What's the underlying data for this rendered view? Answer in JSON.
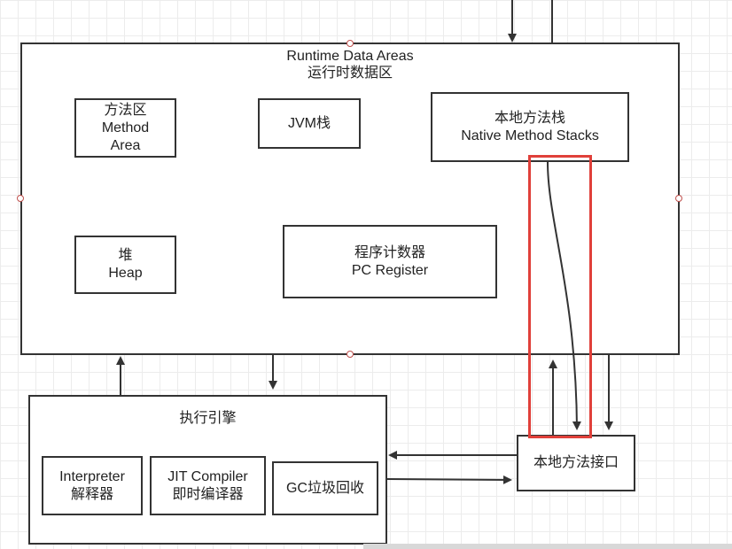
{
  "runtime_data_areas": {
    "title_en": "Runtime Data Areas",
    "title_zh": "运行时数据区"
  },
  "method_area": {
    "line1": "方法区",
    "line2": "Method",
    "line3": "Area"
  },
  "jvm_stack": {
    "label": "JVM栈"
  },
  "native_method_stacks": {
    "line1": "本地方法栈",
    "line2": "Native Method Stacks"
  },
  "heap": {
    "line1": "堆",
    "line2": "Heap"
  },
  "pc_register": {
    "line1": "程序计数器",
    "line2": "PC Register"
  },
  "execution_engine": {
    "title": "执行引擎"
  },
  "interpreter": {
    "line1": "Interpreter",
    "line2": "解释器"
  },
  "jit_compiler": {
    "line1": "JIT Compiler",
    "line2": "即时编译器"
  },
  "gc": {
    "label": "GC垃圾回收"
  },
  "native_interface": {
    "label": "本地方法接口"
  },
  "colors": {
    "border": "#333333",
    "highlight": "#e0403a",
    "handle": "#c0504d",
    "grid": "#ececec"
  }
}
